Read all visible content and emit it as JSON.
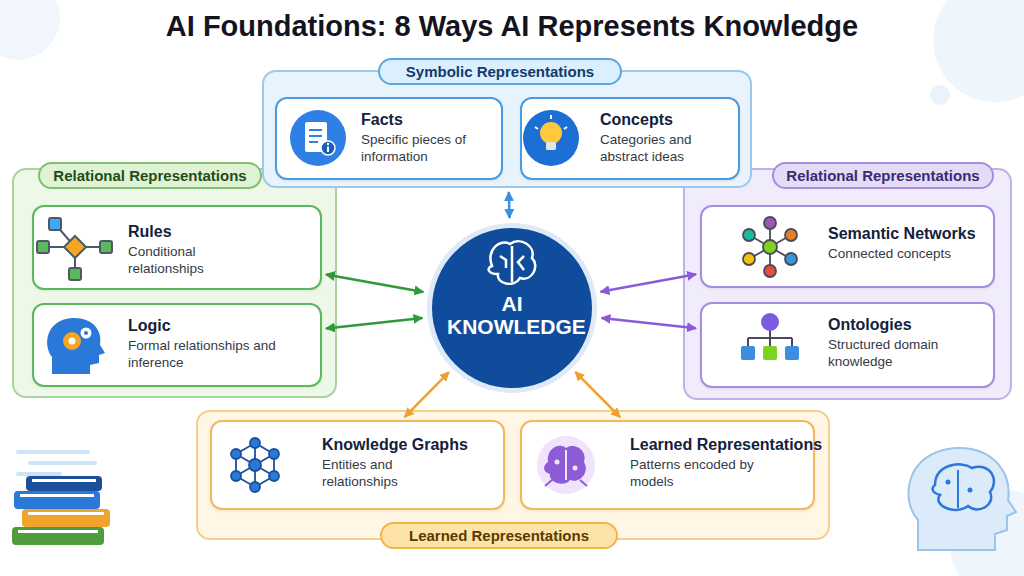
{
  "diagram": {
    "title": "AI Foundations: 8 Ways AI Represents Knowledge",
    "nodes": [
      {
        "text": [
          "Symbolic Representations"
        ]
      },
      {
        "text": [
          "Facts",
          "Specific pieces of information"
        ],
        "in": 0
      },
      {
        "text": [
          "Concepts",
          "Categories and abstract ideas"
        ],
        "in": 0
      },
      {
        "text": [
          "Relational Representations"
        ]
      },
      {
        "text": [
          "Rules",
          "Conditional relationships"
        ],
        "in": 3
      },
      {
        "text": [
          "Logic",
          "Formal relationships and inference"
        ],
        "in": 3
      },
      {
        "text": [
          "AI KNOWLEDGE"
        ]
      },
      {
        "text": [
          "Relational Representations"
        ]
      },
      {
        "text": [
          "Semantic Networks",
          "Connected concepts"
        ],
        "in": 7
      },
      {
        "text": [
          "Ontologies",
          "Structured domain knowledge"
        ],
        "in": 7
      },
      {
        "text": [
          "Learned Representations"
        ]
      },
      {
        "text": [
          "Knowledge Graphs",
          "Entities and relationships"
        ],
        "in": 10
      },
      {
        "text": [
          "Learned Representations",
          "Patterns encoded by models"
        ],
        "in": 10
      }
    ],
    "edges": [
      {
        "from": 0,
        "to": 6,
        "arrow": "both"
      },
      {
        "from": 4,
        "to": 6,
        "arrow": "both"
      },
      {
        "from": 5,
        "to": 6,
        "arrow": "both"
      },
      {
        "from": 8,
        "to": 6,
        "arrow": "both"
      },
      {
        "from": 9,
        "to": 6,
        "arrow": "both"
      },
      {
        "from": 11,
        "to": 6,
        "arrow": "both"
      },
      {
        "from": 12,
        "to": 6,
        "arrow": "both"
      }
    ]
  }
}
